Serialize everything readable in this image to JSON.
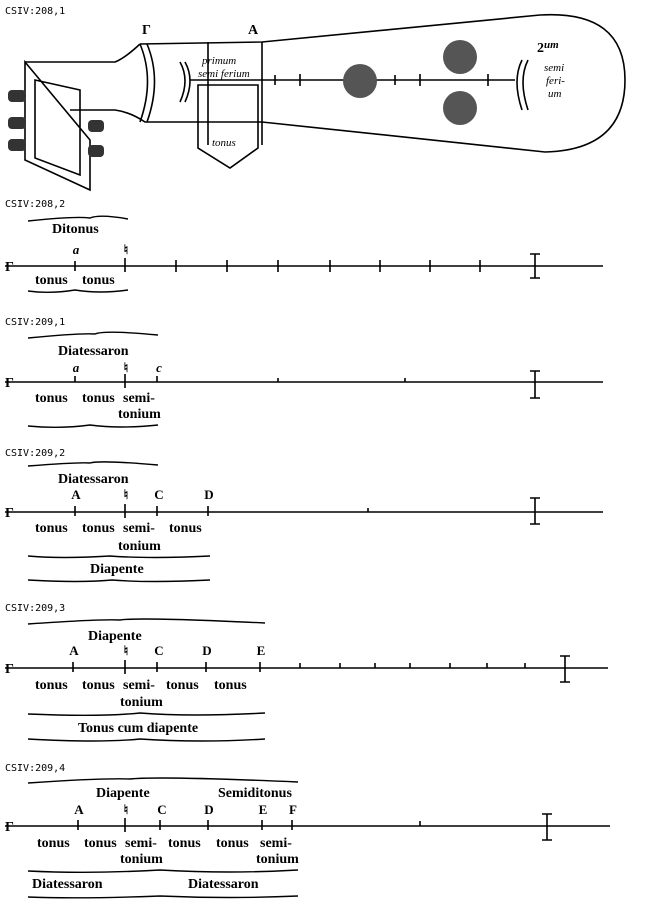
{
  "figures": [
    {
      "caption": "CSIV:208,1",
      "gamma": "Γ",
      "a": "A",
      "primum": "primum",
      "semiferium": "semi ferium",
      "tonus": "tonus",
      "second_num": "2",
      "second_sup": "um",
      "semi": "semi",
      "feri": "feri-",
      "um": "um"
    },
    {
      "caption": "CSIV:208,2",
      "top": "Ditonus",
      "gamma": "Γ",
      "notes": [
        "a",
        "♮"
      ],
      "intervals": [
        "tonus",
        "tonus"
      ]
    },
    {
      "caption": "CSIV:209,1",
      "top": "Diatessaron",
      "gamma": "Γ",
      "notes": [
        "a",
        "♮",
        "c"
      ],
      "intervals": [
        "tonus",
        "tonus",
        "semi-",
        "tonium"
      ]
    },
    {
      "caption": "CSIV:209,2",
      "top": "Diatessaron",
      "gamma": "Γ",
      "notes": [
        "A",
        "♮",
        "C",
        "D"
      ],
      "intervals": [
        "tonus",
        "tonus",
        "semi-",
        "tonus",
        "tonium"
      ],
      "bottom": "Diapente"
    },
    {
      "caption": "CSIV:209,3",
      "top": "Diapente",
      "gamma": "Γ",
      "notes": [
        "A",
        "♮",
        "C",
        "D",
        "E"
      ],
      "intervals": [
        "tonus",
        "tonus",
        "semi-",
        "tonus",
        "tonus",
        "tonium"
      ],
      "bottom": "Tonus cum diapente"
    },
    {
      "caption": "CSIV:209,4",
      "top": "Diapente",
      "top2": "Semiditonus",
      "gamma": "Γ",
      "notes": [
        "A",
        "♮",
        "C",
        "D",
        "E",
        "F"
      ],
      "intervals": [
        "tonus",
        "tonus",
        "semi-",
        "tonus",
        "tonus",
        "semi-",
        "tonium",
        "tonium"
      ],
      "bottom": "Diatessaron",
      "bottom2": "Diatessaron"
    }
  ]
}
